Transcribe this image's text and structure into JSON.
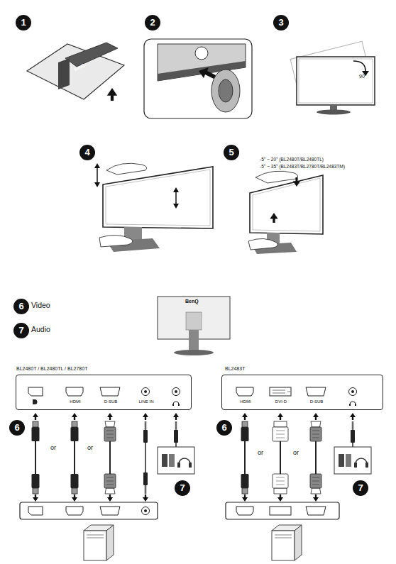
{
  "diagram": {
    "nodes": [
      {
        "text": [
          "BL2480T / BL2480TL / BL2780T",
          "HDMI",
          "D-SUB",
          "LINE IN"
        ]
      },
      {
        "text": [
          "BL2483T",
          "HDMI",
          "DVI-D",
          "D-SUB"
        ]
      }
    ],
    "labels": [
      "1",
      "2",
      "3",
      "BenQ",
      "90°",
      "4",
      "5",
      "-5° ~ 20° (BL2480T/BL2480TL)",
      "-5° ~ 35° (BL2483T/BL2780T/BL2483TM)",
      "6",
      "Video",
      "7",
      "Audio",
      "BenQ",
      "6",
      "or",
      "or",
      "7",
      "6",
      "or",
      "or",
      "7"
    ]
  }
}
